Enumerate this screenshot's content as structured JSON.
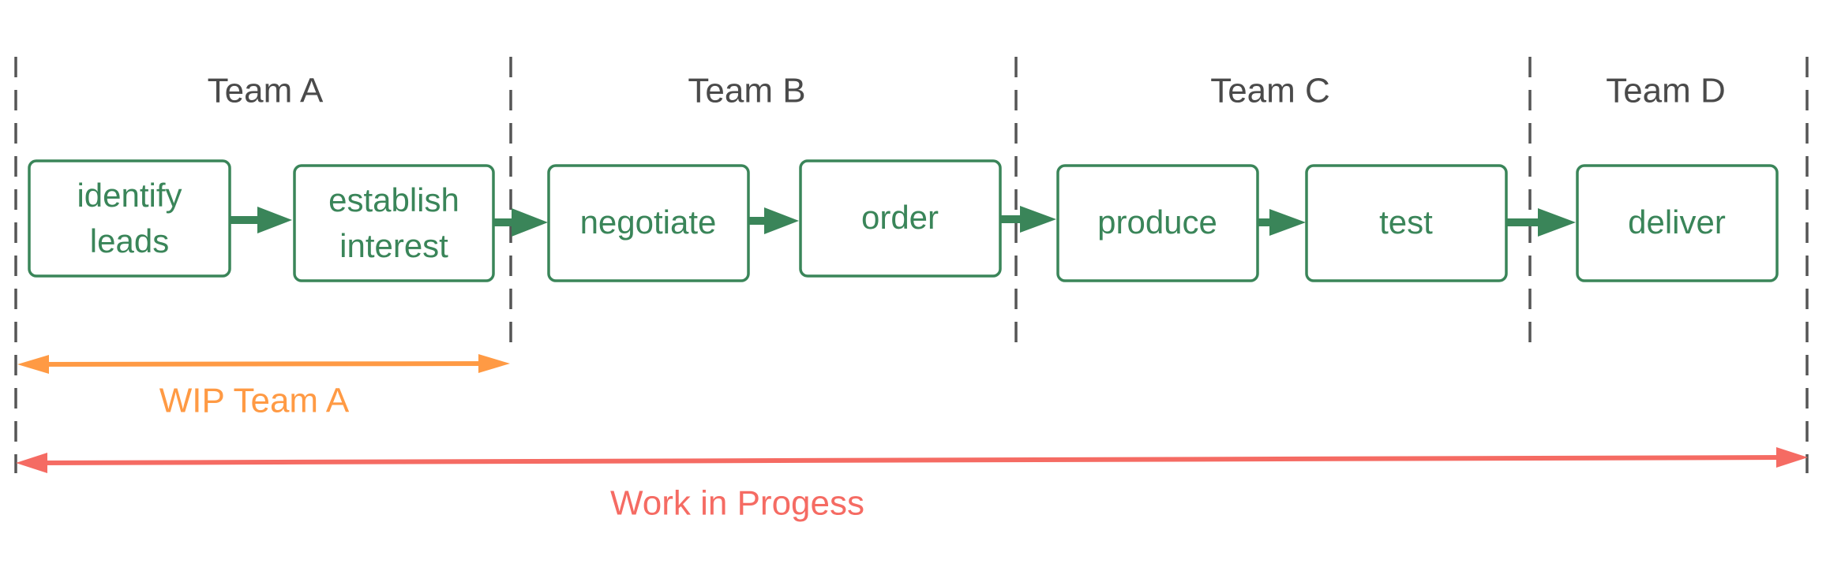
{
  "teams": [
    {
      "label": "Team A"
    },
    {
      "label": "Team B"
    },
    {
      "label": "Team C"
    },
    {
      "label": "Team D"
    }
  ],
  "steps": [
    {
      "lines": [
        "identify",
        "leads"
      ]
    },
    {
      "lines": [
        "establish",
        "interest"
      ]
    },
    {
      "lines": [
        "negotiate"
      ]
    },
    {
      "lines": [
        "order"
      ]
    },
    {
      "lines": [
        "produce"
      ]
    },
    {
      "lines": [
        "test"
      ]
    },
    {
      "lines": [
        "deliver"
      ]
    }
  ],
  "spans": {
    "team_a_wip": "WIP Team A",
    "total_wip": "Work in Progess"
  },
  "colors": {
    "flow": "#3a8559",
    "team_a_wip": "#ff9a44",
    "total_wip": "#f56b63",
    "divider": "#555555"
  }
}
